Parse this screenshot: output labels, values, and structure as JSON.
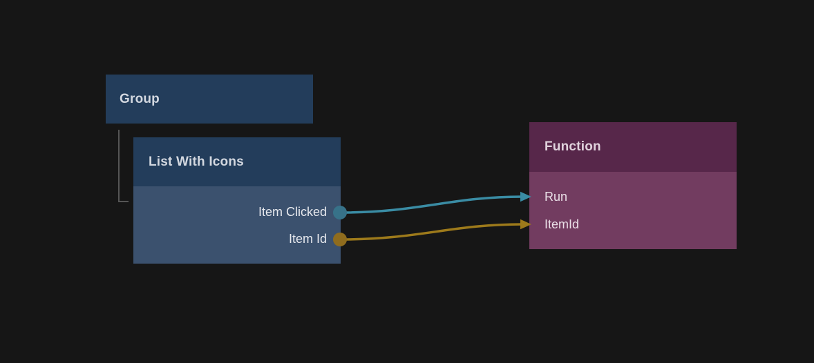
{
  "canvas": {
    "background_color": "#161616"
  },
  "hierarchy": {
    "connector_color": "#555555"
  },
  "nodes": {
    "group": {
      "title": "Group",
      "header_color": "#233d5b"
    },
    "list_with_icons": {
      "title": "List With Icons",
      "header_color": "#233d5b",
      "body_color": "#3b516e",
      "ports": [
        {
          "label": "Item Clicked",
          "direction": "output",
          "type_color": "#377289"
        },
        {
          "label": "Item Id",
          "direction": "output",
          "type_color": "#8f6c1e"
        }
      ]
    },
    "function": {
      "title": "Function",
      "header_color": "#57274a",
      "body_color": "#723c60",
      "ports": [
        {
          "label": "Run",
          "direction": "input",
          "type_color": "#3a8ca4"
        },
        {
          "label": "ItemId",
          "direction": "input",
          "type_color": "#9d7a1b"
        }
      ]
    }
  },
  "connections": [
    {
      "from_node": "List With Icons",
      "from_port": "Item Clicked",
      "to_node": "Function",
      "to_port": "Run",
      "color": "#3a8ca4",
      "dot_color": "#377289"
    },
    {
      "from_node": "List With Icons",
      "from_port": "Item Id",
      "to_node": "Function",
      "to_port": "ItemId",
      "color": "#9d7a1b",
      "dot_color": "#8f6c1e"
    }
  ]
}
